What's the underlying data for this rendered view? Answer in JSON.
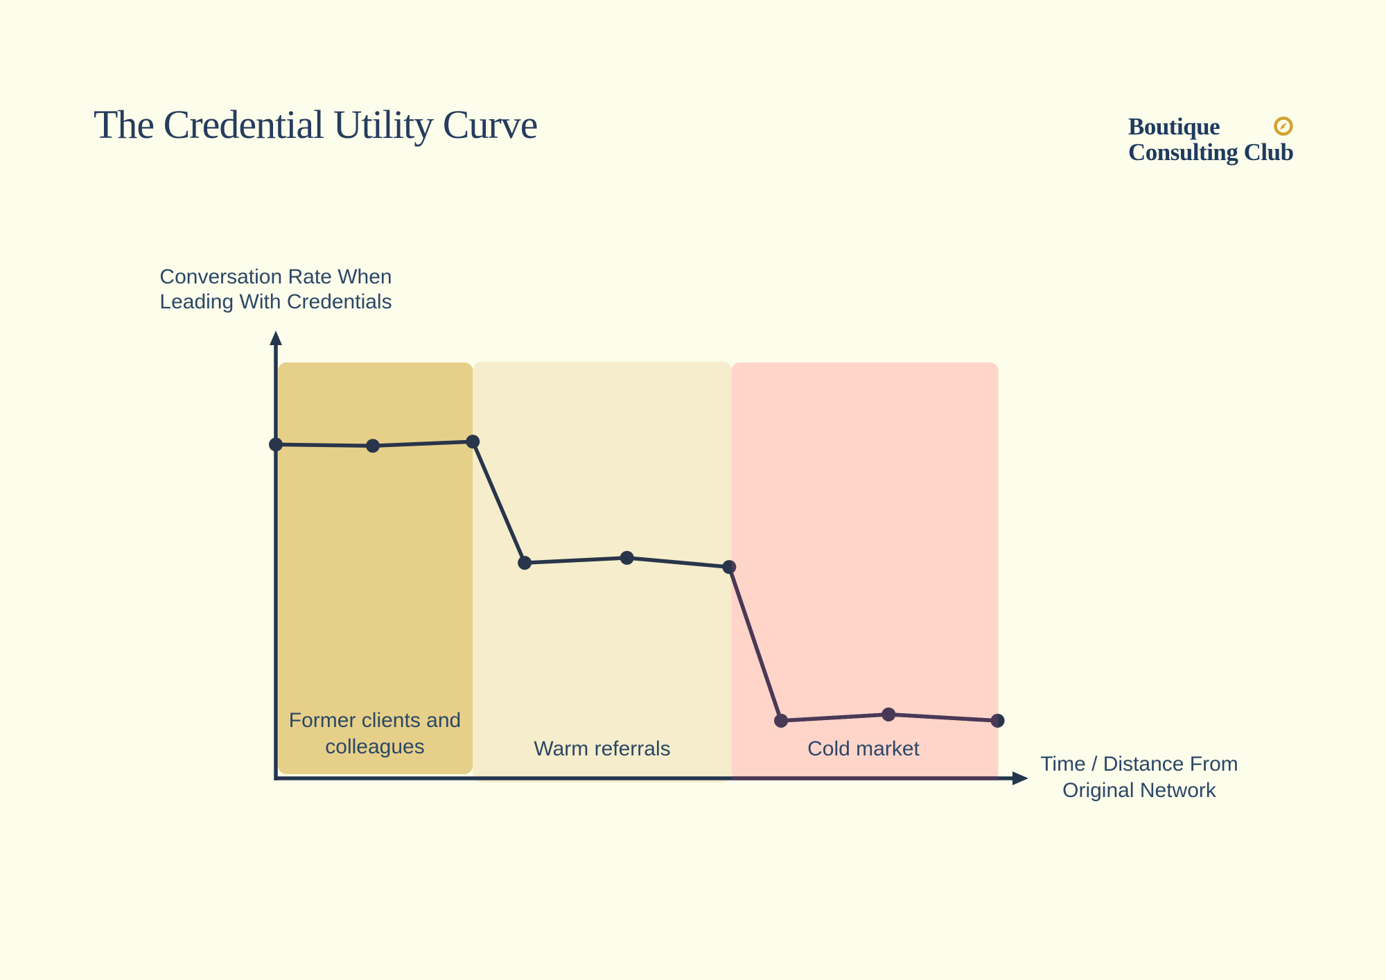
{
  "page": {
    "background": "#FDFDEB"
  },
  "header": {
    "title": "The Credential Utility Curve"
  },
  "brand": {
    "name_line1": "Boutique",
    "name_line2": "Consulting Club",
    "icon": "compass-icon",
    "text_color": "#1E3A5E",
    "icon_color": "#D1A42F"
  },
  "chart_data": {
    "type": "line",
    "title": "The Credential Utility Curve",
    "xlabel": "Time / Distance From Original Network",
    "xlabel_lines": [
      "Time / Distance From",
      "Original Network"
    ],
    "ylabel": "Conversation Rate When Leading With Credentials",
    "ylabel_lines": [
      "Conversation Rate When",
      "Leading With Credentials"
    ],
    "grid": false,
    "legend": "none",
    "axes_have_no_tick_labels": true,
    "ylim": [
      0,
      1
    ],
    "xlim": [
      0,
      1
    ],
    "axis_color": "#24354E",
    "line_color": "#28354A",
    "line_color_in_cold_zone": "#4A3956",
    "series": [
      {
        "name": "Conversation rate when leading with credentials",
        "points": [
          {
            "x": 0.0,
            "y": 0.803
          },
          {
            "x": 0.129,
            "y": 0.8
          },
          {
            "x": 0.262,
            "y": 0.81
          },
          {
            "x": 0.331,
            "y": 0.519
          },
          {
            "x": 0.467,
            "y": 0.531
          },
          {
            "x": 0.603,
            "y": 0.509
          },
          {
            "x": 0.672,
            "y": 0.14
          },
          {
            "x": 0.815,
            "y": 0.155
          },
          {
            "x": 0.96,
            "y": 0.14
          }
        ]
      }
    ],
    "zones": [
      {
        "label": "Former clients and colleagues",
        "x_start": 0.003,
        "x_end": 0.262,
        "color": "#E6D089"
      },
      {
        "label": "Warm referrals",
        "x_start": 0.262,
        "x_end": 0.606,
        "color": "#F5EDCB"
      },
      {
        "label": "Cold market",
        "x_start": 0.606,
        "x_end": 0.961,
        "color": "#FFD5CA"
      }
    ]
  }
}
